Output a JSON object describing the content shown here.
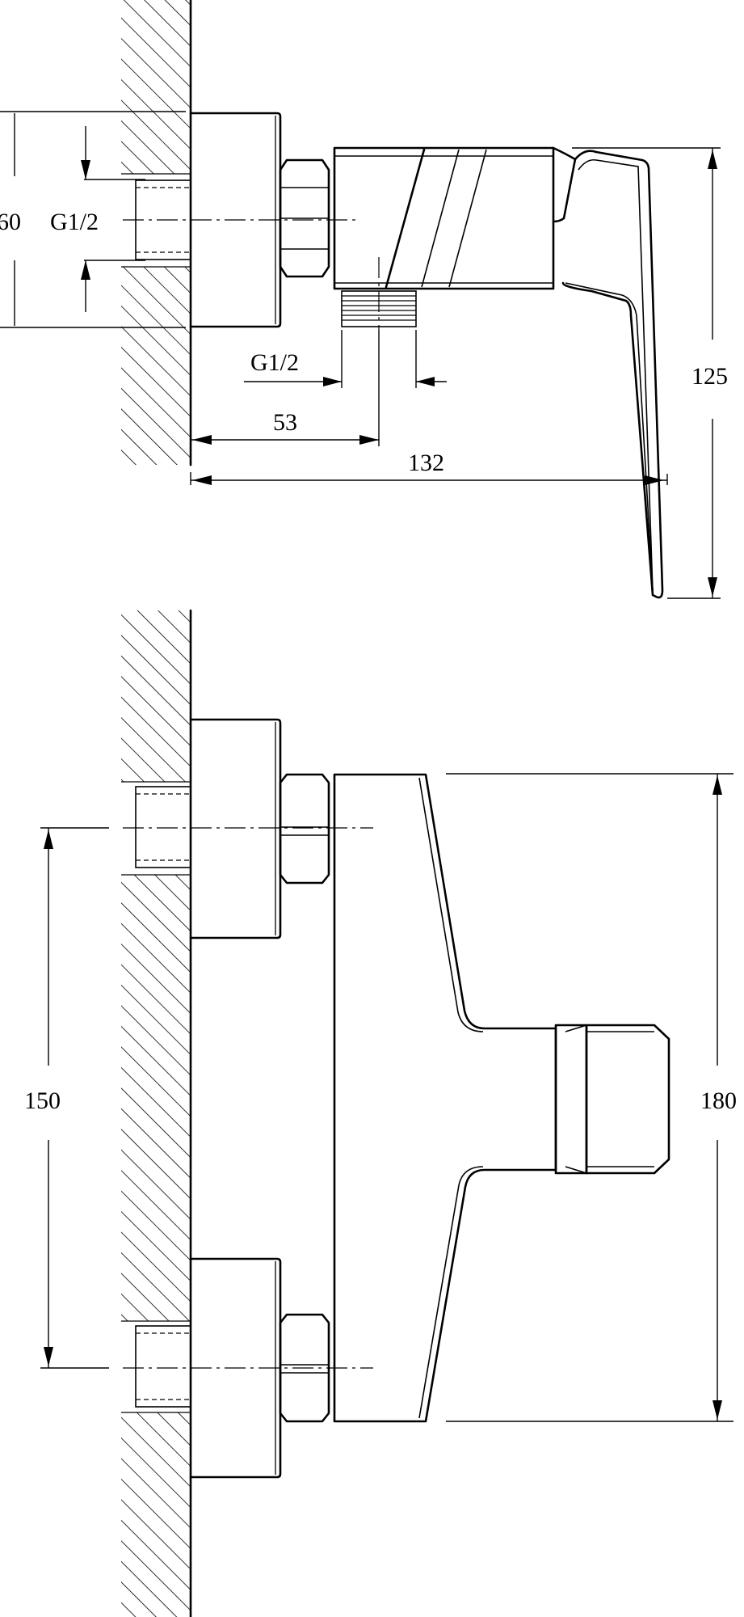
{
  "dimensions": {
    "side_view": {
      "depth_label": "60",
      "wall_thread_label": "G1/2",
      "outlet_thread_label": "G1/2",
      "outlet_offset_label": "53",
      "total_projection_label": "132",
      "height_label": "125"
    },
    "front_view": {
      "inlet_spacing_label": "150",
      "height_label": "180"
    }
  }
}
